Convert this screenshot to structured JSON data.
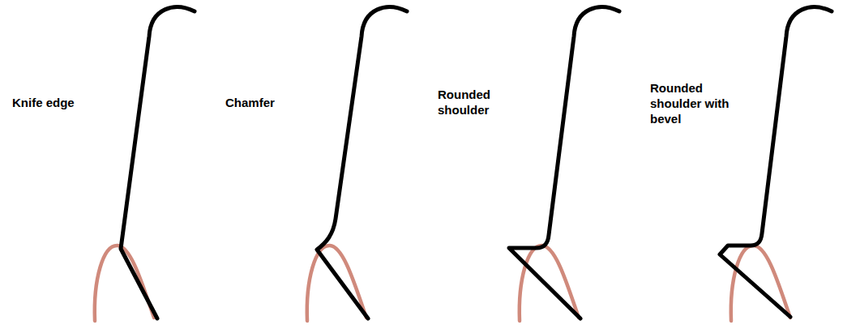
{
  "diagram": {
    "labels": [
      "Knife edge",
      "Chamfer",
      "Rounded shoulder",
      "Rounded shoulder with bevel"
    ]
  }
}
